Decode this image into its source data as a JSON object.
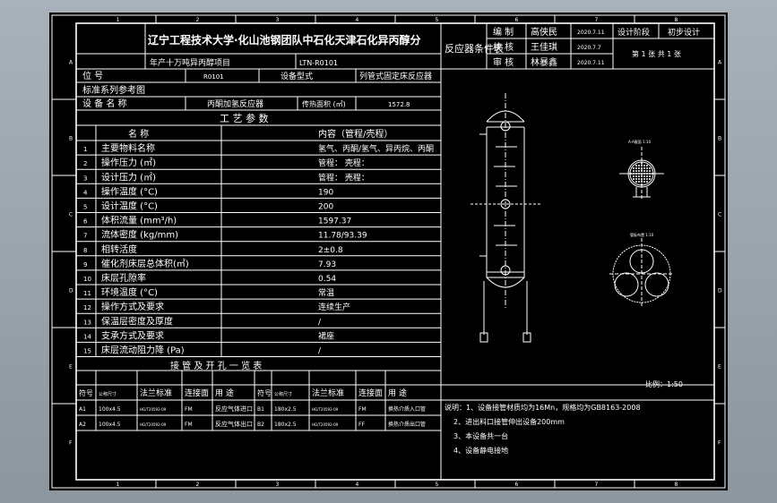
{
  "border": {
    "cols": [
      "1",
      "2",
      "3",
      "4",
      "5",
      "6",
      "7",
      "8"
    ],
    "rows": [
      "A",
      "B",
      "C",
      "D",
      "E",
      "F"
    ]
  },
  "title": {
    "school": "辽宁工程技术大学·化山池钢团队中石化天津石化异丙醇分",
    "project": "年产十万吨异丙醇项目",
    "code": "LTN-R0101",
    "sheet_name": "反应器条件表",
    "sign": [
      {
        "role": "编 制",
        "name": "高侠民",
        "date": "2020.7.11"
      },
      {
        "role": "校 核",
        "name": "王佳琪",
        "date": "2020.7.7"
      },
      {
        "role": "审 核",
        "name": "林暴鑫",
        "date": "2020.7.11"
      }
    ],
    "stage_label": "设计阶段",
    "stage_value": "初步设计",
    "page": "第 1 张  共 1 张"
  },
  "info": {
    "pos_label": "位  号",
    "pos_value": "R0101",
    "type_label": "设备型式",
    "type_value": "列管式固定床反应器",
    "std_label": "标准系列参考图",
    "name_label": "设 备 名 称",
    "name_value": "丙酮加氢反应器",
    "area_label": "传热面积 (㎡)",
    "area_value": "1572.8"
  },
  "params": {
    "header": "工 艺 参 数",
    "col_name": "名    称",
    "col_content": "内容（管程/壳程）",
    "rows": [
      {
        "no": "1",
        "name": "主要物料名称",
        "value": "氢气、丙酮/氢气、异丙烷、丙酮"
      },
      {
        "no": "2",
        "name": "操作压力 (㎡)",
        "value": "管程：    壳程："
      },
      {
        "no": "3",
        "name": "设计压力 (㎡)",
        "value": "管程：    壳程："
      },
      {
        "no": "4",
        "name": "操作温度 (°C)",
        "value": "190"
      },
      {
        "no": "5",
        "name": "设计温度 (°C)",
        "value": "200"
      },
      {
        "no": "6",
        "name": "体积流量 (mm³/h)",
        "value": "1597.37"
      },
      {
        "no": "7",
        "name": "流体密度 (kg/mm)",
        "value": "11.78/93.39"
      },
      {
        "no": "8",
        "name": "相转活度",
        "value": "2±0.8"
      },
      {
        "no": "9",
        "name": "催化剂床层总体积(㎡)",
        "value": "7.93"
      },
      {
        "no": "10",
        "name": "床层孔隙率",
        "value": "0.54"
      },
      {
        "no": "11",
        "name": "环境温度 (°C)",
        "value": "常温"
      },
      {
        "no": "12",
        "name": "操作方式及要求",
        "value": "连续生产"
      },
      {
        "no": "13",
        "name": "保温层密度及厚度",
        "value": "/"
      },
      {
        "no": "14",
        "name": "支承方式及要求",
        "value": "裙座"
      },
      {
        "no": "15",
        "name": "床层流动阻力降 (Pa)",
        "value": "/"
      }
    ]
  },
  "nozzles": {
    "header": "接 管 及 开 孔 一 览 表",
    "columns": [
      "符号",
      "公称尺寸",
      "法兰标准",
      "连接面",
      "用  途",
      "符号",
      "公称尺寸",
      "法兰标准",
      "连接面",
      "用  途"
    ],
    "rows": [
      [
        "A1",
        "100x4.5",
        "HG/T20592-09",
        "FM",
        "反应气体进口",
        "B1",
        "180x2.5",
        "HG/T20592-09",
        "FM",
        "换热介质入口管"
      ],
      [
        "A2",
        "100x4.5",
        "HG/T20592-09",
        "FM",
        "反应气体出口",
        "B2",
        "180x2.5",
        "HG/T20592-09",
        "FF",
        "换热介质出口管"
      ]
    ]
  },
  "notes": {
    "items": [
      "说明：1、设备接管材质均为16Mn，规格均为GB8163-2008",
      "2、进出料口接管伸出设备200mm",
      "3、本设备共一台",
      "4、设备静电接地"
    ]
  },
  "drawing": {
    "scale": "比例：1:50",
    "detail_label_1": "A-A截面 1:10",
    "detail_label_2": "管板布置 1:10"
  },
  "style": {
    "fg": "#ffffff",
    "bg": "#000000"
  }
}
